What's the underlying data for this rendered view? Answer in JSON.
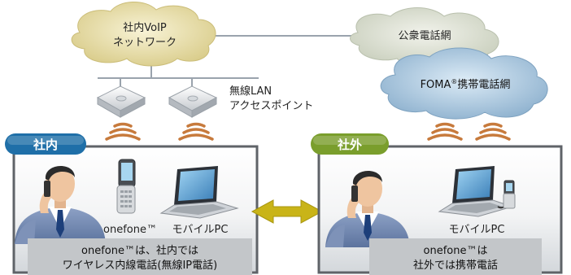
{
  "network": {
    "voip_cloud_line1": "社内VoIP",
    "voip_cloud_line2": "ネットワーク",
    "public_network": "公衆電話網",
    "foma_network_prefix": "FOMA",
    "foma_network_mark": "®",
    "foma_network_suffix": "携帯電話網",
    "wlan_ap_line1": "無線LAN",
    "wlan_ap_line2": "アクセスポイント"
  },
  "office": {
    "tab_label": "社内",
    "phone_label": "onefone™",
    "pc_label": "モバイルPC",
    "caption_line1": "onefone™は、社内では",
    "caption_line2": "ワイヤレス内線電話(無線IP電話)"
  },
  "outside": {
    "tab_label": "社外",
    "pc_label": "モバイルPC",
    "caption_line1": "onefone™は",
    "caption_line2": "社外では携帯電話"
  },
  "colors": {
    "office_tab": "#1f6fa8",
    "outside_tab": "#7a9e2c",
    "arrow": "#c9b418",
    "voip_cloud": "#e6dca8",
    "public_cloud": "#dde2d2",
    "foma_cloud": "#a9c6dd",
    "signal": "#c77a3c"
  }
}
